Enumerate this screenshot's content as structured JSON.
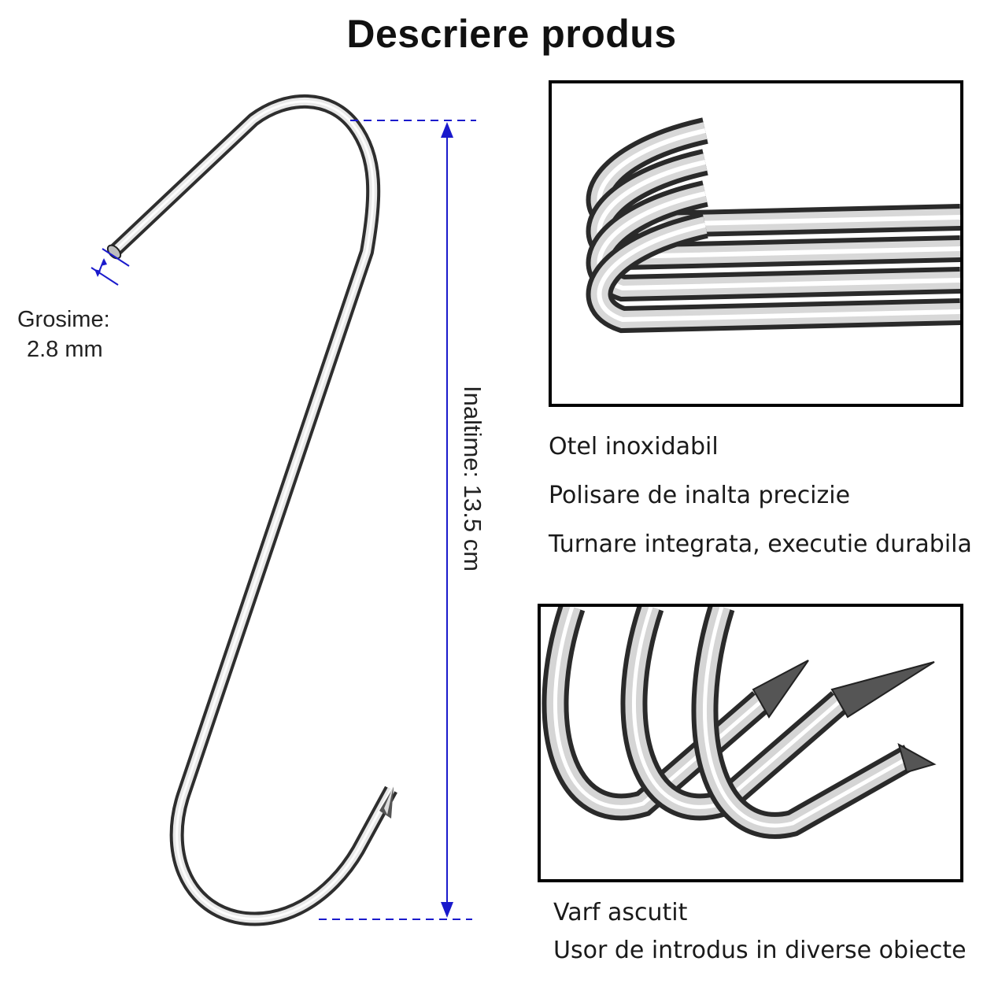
{
  "title": "Descriere produs",
  "dimensions": {
    "thickness_label": "Grosime:",
    "thickness_value": "2.8 mm",
    "height_label": "Inaltime: 13.5 cm"
  },
  "features_top": [
    "Otel inoxidabil",
    "Polisare de inalta precizie",
    "Turnare integrata, executie durabila"
  ],
  "features_bottom": [
    "Varf ascutit",
    "Usor de introdus in diverse obiecte"
  ],
  "colors": {
    "dimension_line": "#1a1acc",
    "steel_dark": "#3a3a3a",
    "steel_light": "#f4f4f4",
    "frame": "#000000"
  },
  "images": {
    "main": "s-hook-icon",
    "detail_top": "stacked-hooks-top-detail",
    "detail_bottom": "sharp-hook-tips-detail"
  }
}
